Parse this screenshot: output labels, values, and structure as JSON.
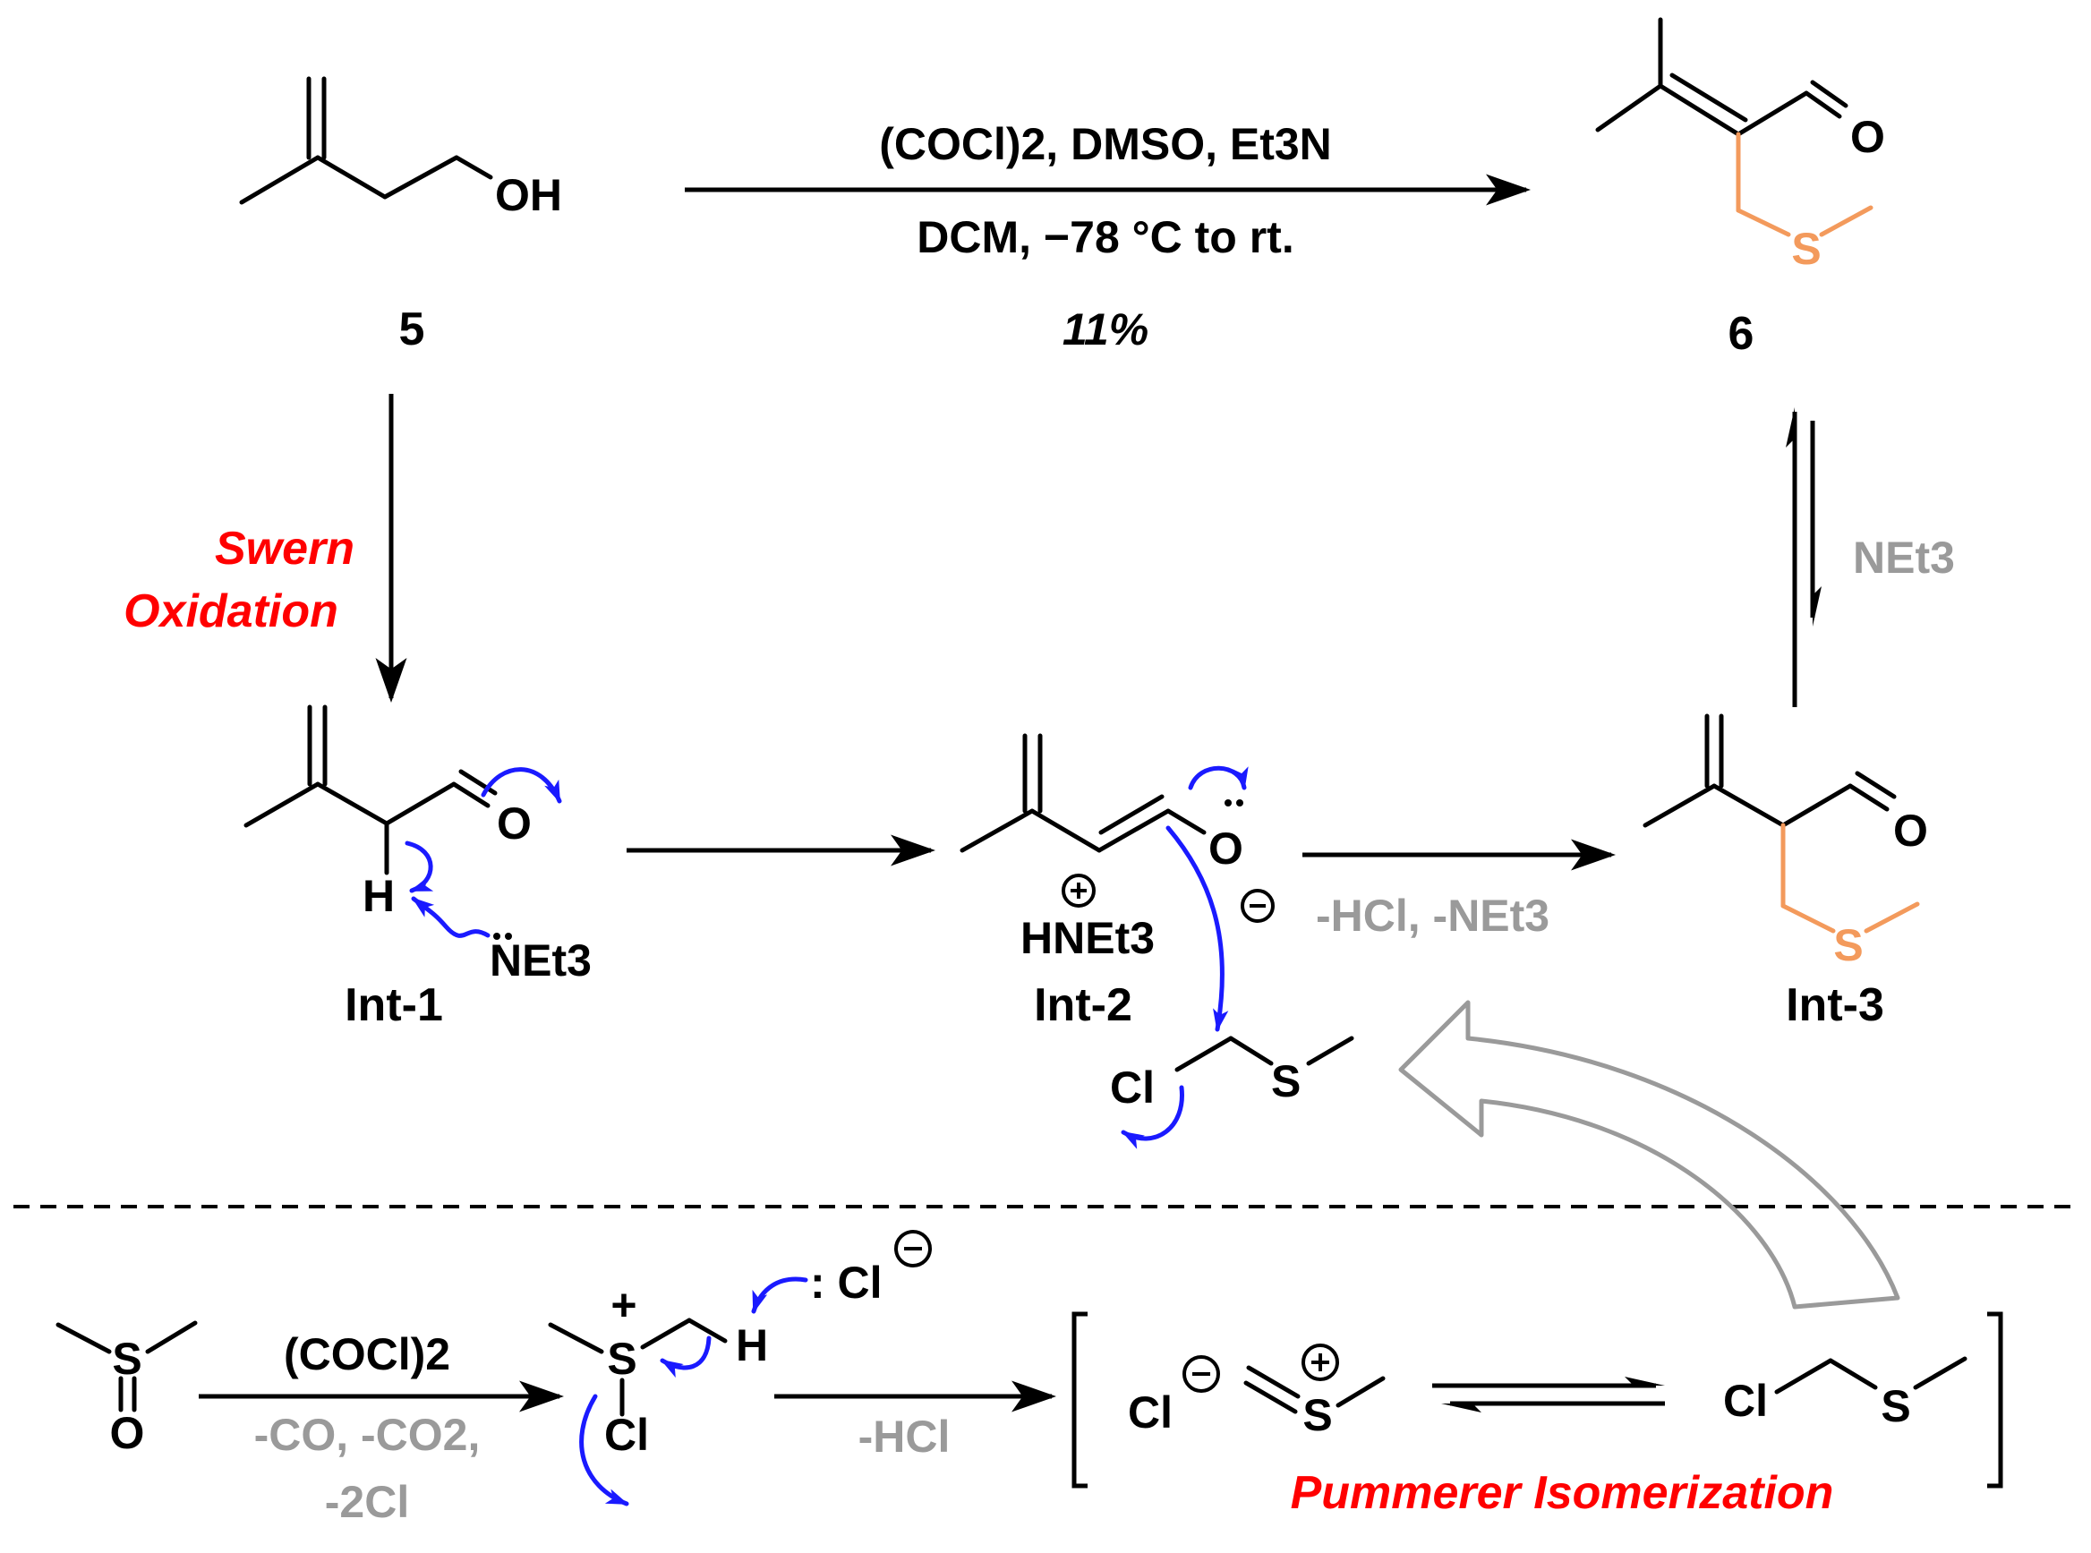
{
  "compounds": {
    "c5": {
      "label": "5",
      "atoms": {
        "oh": "OH"
      }
    },
    "c6": {
      "label": "6",
      "atoms": {
        "o": "O",
        "s": "S"
      }
    },
    "int1": {
      "label": "Int-1",
      "atoms": {
        "o": "O",
        "h": "H",
        "net3": "NEt3"
      }
    },
    "int2": {
      "label": "Int-2",
      "atoms": {
        "o": "O",
        "hnet3": "HNEt3",
        "cl": "Cl",
        "s": "S"
      }
    },
    "int3": {
      "label": "Int-3",
      "atoms": {
        "o": "O",
        "s": "S"
      }
    }
  },
  "top_reaction": {
    "reagents": "(COCl)2, DMSO, Et3N",
    "conditions": "DCM, −78 °C to rt.",
    "yield": "11%"
  },
  "swern": {
    "line1": "Swern",
    "line2": "Oxidation"
  },
  "step_int2_int3": "-HCl, -NEt3",
  "equilibrium_reagent": "NEt3",
  "bottom": {
    "dmso": {
      "s": "S",
      "o": "O"
    },
    "step1_above": "(COCl)2",
    "step1_below_1": "-CO, -CO2,",
    "step1_below_2": "-2Cl",
    "chlorosulfonium": {
      "s": "S",
      "cl": "Cl",
      "h": "H"
    },
    "chloride": ": Cl",
    "step2_below": "-HCl",
    "ylide": {
      "cl": "Cl",
      "s": "S"
    },
    "product": {
      "cl": "Cl",
      "s": "S"
    },
    "pummerer": "Pummerer Isomerization"
  },
  "colors": {
    "curly_arrow": "#1a1aff",
    "highlight_bond": "#f39a5c",
    "label_red": "#ff0000",
    "muted": "#9a9a9a"
  }
}
